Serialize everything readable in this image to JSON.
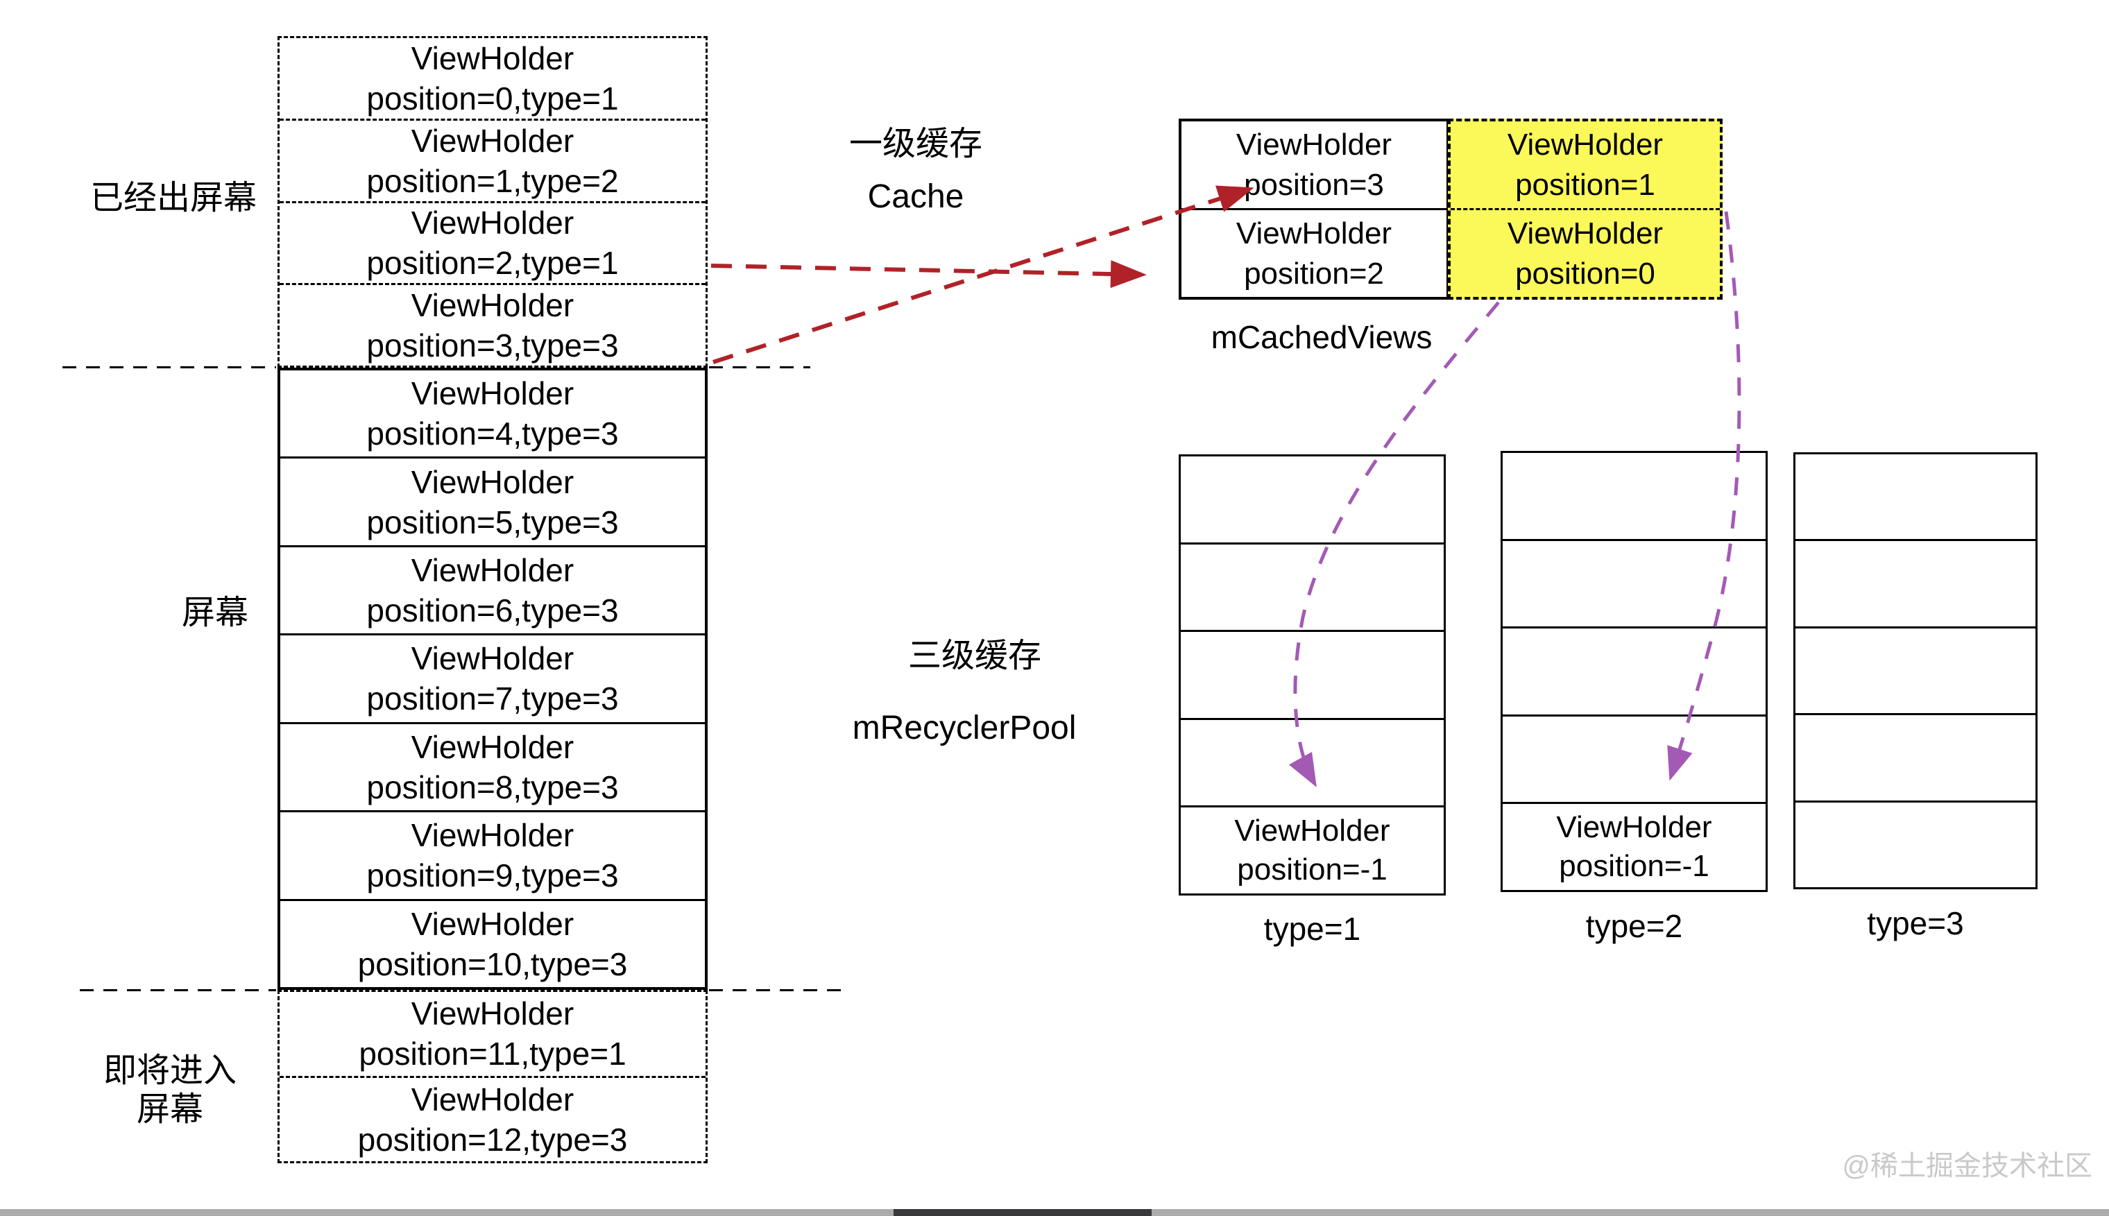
{
  "labels": {
    "off_screen": "已经出屏幕",
    "screen": "屏幕",
    "incoming_line1": "即将进入",
    "incoming_line2": "屏幕",
    "level1_cache_cn": "一级缓存",
    "level1_cache_en": "Cache",
    "level3_cache_cn": "三级缓存",
    "level3_cache_en": "mRecyclerPool",
    "cached_views": "mCachedViews",
    "watermark": "@稀土掘金技术社区"
  },
  "stack": {
    "off_screen_rows": [
      {
        "title": "ViewHolder",
        "subtitle": "position=0,type=1"
      },
      {
        "title": "ViewHolder",
        "subtitle": "position=1,type=2"
      },
      {
        "title": "ViewHolder",
        "subtitle": "position=2,type=1"
      },
      {
        "title": "ViewHolder",
        "subtitle": "position=3,type=3"
      }
    ],
    "screen_rows": [
      {
        "title": "ViewHolder",
        "subtitle": "position=4,type=3"
      },
      {
        "title": "ViewHolder",
        "subtitle": "position=5,type=3"
      },
      {
        "title": "ViewHolder",
        "subtitle": "position=6,type=3"
      },
      {
        "title": "ViewHolder",
        "subtitle": "position=7,type=3"
      },
      {
        "title": "ViewHolder",
        "subtitle": "position=8,type=3"
      },
      {
        "title": "ViewHolder",
        "subtitle": "position=9,type=3"
      },
      {
        "title": "ViewHolder",
        "subtitle": "position=10,type=3"
      }
    ],
    "incoming_rows": [
      {
        "title": "ViewHolder",
        "subtitle": "position=11,type=1"
      },
      {
        "title": "ViewHolder",
        "subtitle": "position=12,type=3"
      }
    ]
  },
  "cached_views": {
    "left_cells": [
      {
        "title": "ViewHolder",
        "subtitle": "position=3"
      },
      {
        "title": "ViewHolder",
        "subtitle": "position=2"
      }
    ],
    "right_cells": [
      {
        "title": "ViewHolder",
        "subtitle": "position=1"
      },
      {
        "title": "ViewHolder",
        "subtitle": "position=0"
      }
    ]
  },
  "recycler_pool": {
    "columns": [
      {
        "type_label": "type=1",
        "empty_rows": 4,
        "bottom_cell": {
          "title": "ViewHolder",
          "subtitle": "position=-1"
        }
      },
      {
        "type_label": "type=2",
        "empty_rows": 4,
        "bottom_cell": {
          "title": "ViewHolder",
          "subtitle": "position=-1"
        }
      },
      {
        "type_label": "type=3",
        "empty_rows": 5,
        "bottom_cell": null
      }
    ]
  },
  "colors": {
    "highlight_yellow": "#FBF85A",
    "arrow_red": "#B02228",
    "arrow_purple": "#A35AB5",
    "watermark_gray": "#C9C9C9"
  }
}
